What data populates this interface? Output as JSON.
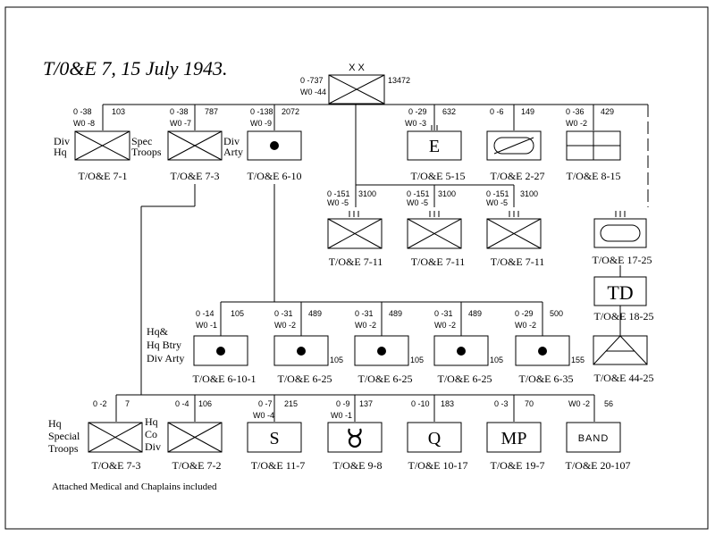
{
  "title": "T/0&E 7, 15 July 1943.",
  "footnote": "Attached Medical and Chaplains included",
  "units": {
    "division": {
      "officers": "0 -737",
      "wo": "W0 -44",
      "total": "13472",
      "echelon": "X X"
    },
    "div_hq": {
      "officers": "0 -38",
      "wo": "W0 -8",
      "total": "103",
      "side": [
        "Div",
        "Hq"
      ],
      "label": "T/O&E 7-1"
    },
    "spec_troops": {
      "officers": "0 -38",
      "wo": "W0 -7",
      "total": "787",
      "side": [
        "Spec",
        "Troops"
      ],
      "label": "T/O&E 7-3"
    },
    "div_arty": {
      "officers": "0 -138",
      "wo": "W0 -9",
      "total": "2072",
      "side": [
        "Div",
        "Arty"
      ],
      "label": "T/O&E 6-10"
    },
    "engineer": {
      "officers": "0 -29",
      "wo": "W0 -3",
      "total": "632",
      "symbol": "E",
      "label": "T/O&E 5-15"
    },
    "recon": {
      "officers": "0 -6",
      "total": "149",
      "label": "T/O&E 2-27"
    },
    "signal": {
      "officers": "0 -36",
      "wo": "W0 -2",
      "total": "429",
      "label": "T/O&E 8-15"
    },
    "infantry": [
      {
        "officers": "0 -151",
        "wo": "W0 -5",
        "total": "3100",
        "label": "T/O&E 7-11"
      },
      {
        "officers": "0 -151",
        "wo": "W0 -5",
        "total": "3100",
        "label": "T/O&E 7-11"
      },
      {
        "officers": "0 -151",
        "wo": "W0 -5",
        "total": "3100",
        "label": "T/O&E 7-11"
      }
    ],
    "tank_bn": {
      "label": "T/O&E 17-25"
    },
    "td_bn": {
      "symbol": "TD",
      "label": "T/O&E 18-25"
    },
    "aa_bn": {
      "label": "T/O&E 44-25"
    },
    "arty_hq": {
      "officers": "0 -14",
      "wo": "W0 -1",
      "total": "105",
      "side": [
        "Hq&",
        "Hq Btry",
        "Div Arty"
      ],
      "label": "T/O&E 6-10-1"
    },
    "arty_bns": [
      {
        "officers": "0 -31",
        "wo": "W0 -2",
        "total": "489",
        "caliber": "105",
        "label": "T/O&E 6-25"
      },
      {
        "officers": "0 -31",
        "wo": "W0 -2",
        "total": "489",
        "caliber": "105",
        "label": "T/O&E 6-25"
      },
      {
        "officers": "0 -31",
        "wo": "W0 -2",
        "total": "489",
        "caliber": "105",
        "label": "T/O&E 6-25"
      },
      {
        "officers": "0 -29",
        "wo": "W0 -2",
        "total": "500",
        "caliber": "155",
        "label": "T/O&E 6-35"
      }
    ],
    "hq_special_troops": {
      "officers": "0 -2",
      "total": "7",
      "side": [
        "Hq",
        "Special",
        "Troops"
      ],
      "label": "T/O&E 7-3"
    },
    "hq_co": {
      "officers": "0 -4",
      "total": "106",
      "side": [
        "Hq",
        "Co",
        "Div"
      ],
      "label": "T/O&E 7-2"
    },
    "supply": {
      "officers": "0 -7",
      "wo": "W0 -4",
      "total": "215",
      "symbol": "S",
      "label": "T/O&E 11-7"
    },
    "ordnance": {
      "officers": "0 -9",
      "wo": "W0 -1",
      "total": "137",
      "label": "T/O&E 9-8"
    },
    "qm": {
      "officers": "0 -10",
      "total": "183",
      "symbol": "Q",
      "label": "T/O&E 10-17"
    },
    "mp": {
      "officers": "0 -3",
      "total": "70",
      "symbol": "MP",
      "label": "T/O&E 19-7"
    },
    "band": {
      "wo": "W0 -2",
      "total": "56",
      "symbol": "BAND",
      "label": "T/O&E 20-107"
    }
  }
}
